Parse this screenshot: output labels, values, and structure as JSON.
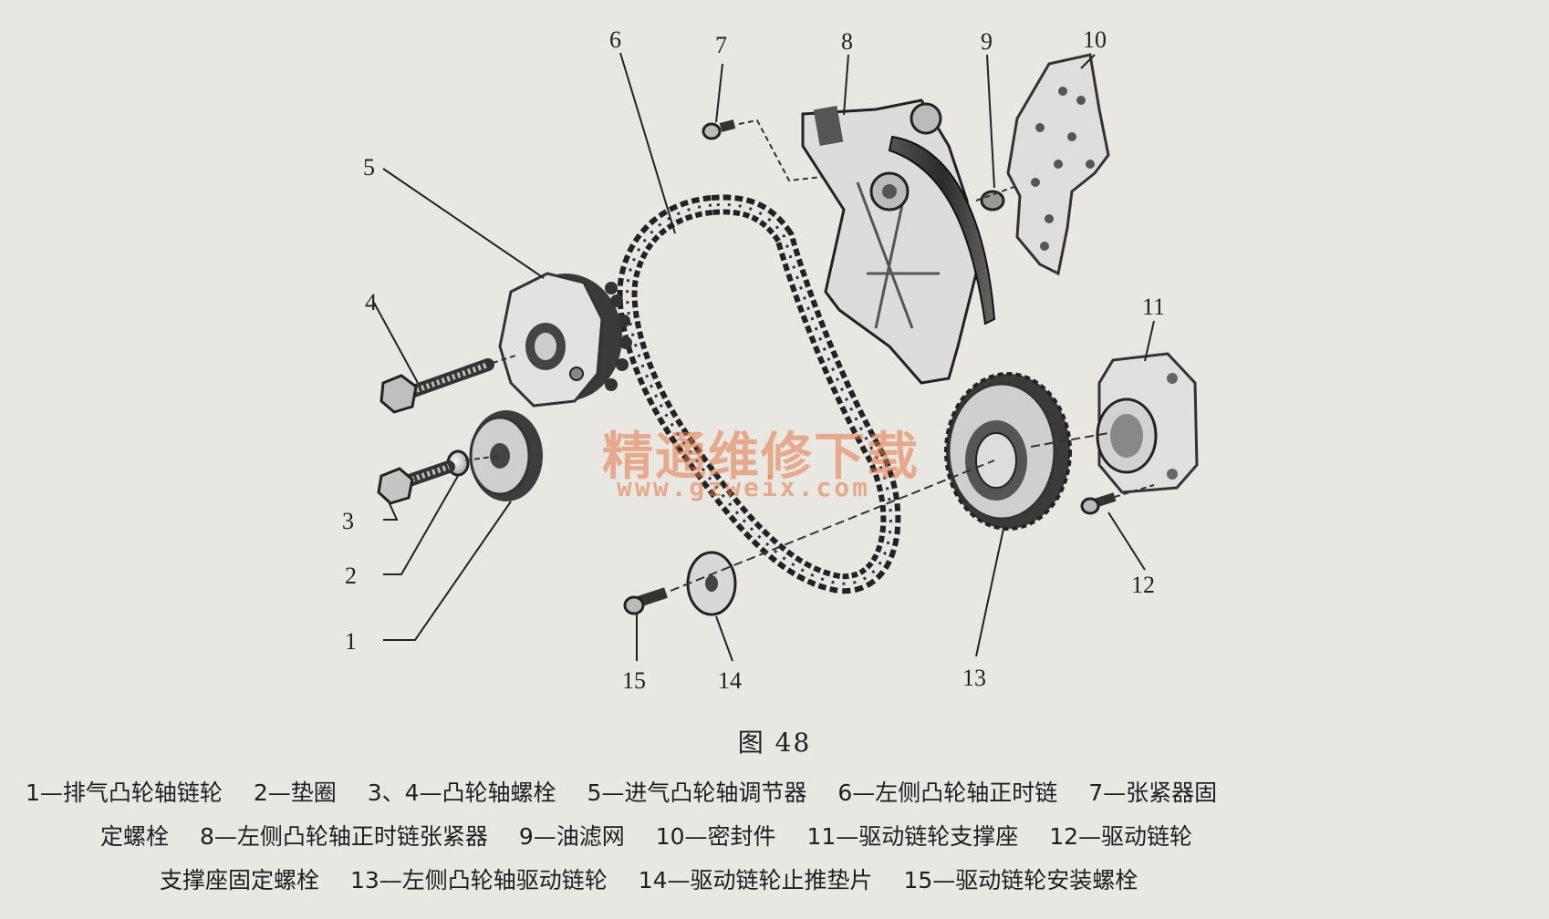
{
  "callouts": [
    "1",
    "2",
    "3",
    "4",
    "5",
    "6",
    "7",
    "8",
    "9",
    "10",
    "11",
    "12",
    "13",
    "14",
    "15"
  ],
  "figure_title": "图 48",
  "legend": {
    "line1": [
      "1—排气凸轮轴链轮",
      "2—垫圈",
      "3、4—凸轮轴螺栓",
      "5—进气凸轮轴调节器",
      "6—左侧凸轮轴正时链",
      "7—张紧器固"
    ],
    "line2": [
      "定螺栓",
      "8—左侧凸轮轴正时链张紧器",
      "9—油滤网",
      "10—密封件",
      "11—驱动链轮支撑座",
      "12—驱动链轮"
    ],
    "line3": [
      "支撑座固定螺栓",
      "13—左侧凸轮轴驱动链轮",
      "14—驱动链轮止推垫片",
      "15—驱动链轮安装螺栓"
    ]
  },
  "watermark": {
    "text_cn": "精通维修下载",
    "url": "www.gzweix.com"
  },
  "colors": {
    "background": "#e9e7e2",
    "ink": "#222222",
    "watermark": "#e07846"
  }
}
